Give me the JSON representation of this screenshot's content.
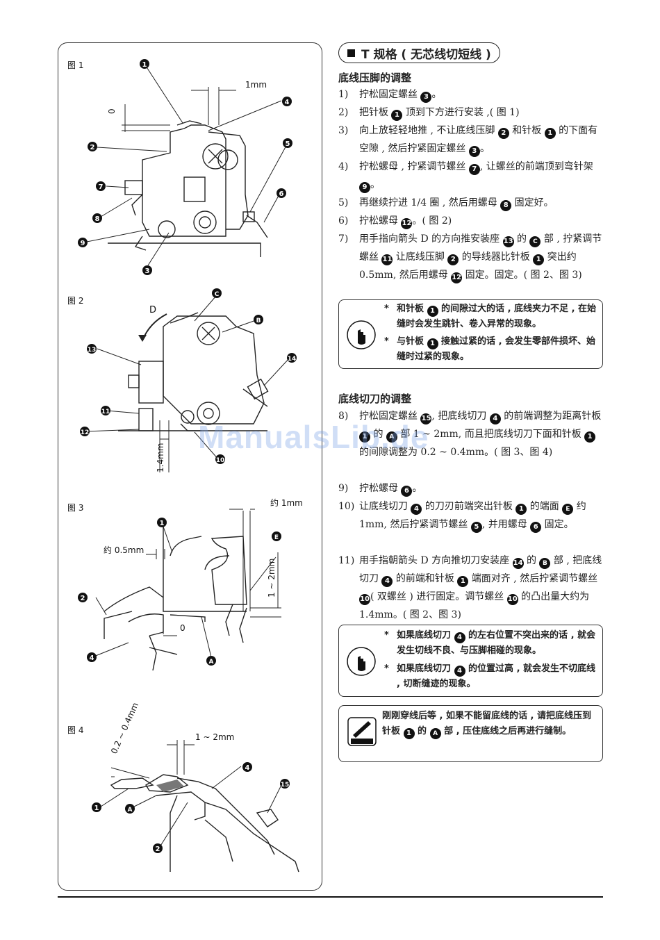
{
  "figures": {
    "fig1": {
      "label": "图 1",
      "dims": {
        "gap_1mm": "1mm",
        "zero": "0"
      },
      "callouts": [
        "1",
        "2",
        "3",
        "4",
        "5",
        "6",
        "7",
        "8",
        "9"
      ]
    },
    "fig2": {
      "label": "图 2",
      "arrow_label": "D",
      "dims": {
        "h14": "1.4mm"
      },
      "callouts": [
        "C",
        "B",
        "13",
        "14",
        "11",
        "12",
        "10"
      ]
    },
    "fig3": {
      "label": "图 3",
      "dims": {
        "approx_1mm": "约 1mm",
        "approx_05mm": "约 0.5mm",
        "range_1_2": "1 ~ 2mm",
        "zero": "0"
      },
      "callouts": [
        "1",
        "E",
        "2",
        "4",
        "A"
      ]
    },
    "fig4": {
      "label": "图 4",
      "dims": {
        "range_02_04": "0.2 ~ 0.4mm",
        "range_1_2": "1 ~ 2mm"
      },
      "callouts": [
        "4",
        "15",
        "1",
        "A",
        "2"
      ]
    }
  },
  "header": {
    "title": "T 规格 ( 无芯线切短线 )"
  },
  "section1": {
    "title": "底线压脚的调整",
    "steps": [
      {
        "num": "1)",
        "parts": [
          "拧松固定螺丝 ",
          "3",
          "。"
        ]
      },
      {
        "num": "2)",
        "parts": [
          "把针板 ",
          "1",
          " 顶到下方进行安装 ,( 图 1)"
        ]
      },
      {
        "num": "3)",
        "parts": [
          "向上放轻轻地推 , 不让底线压脚 ",
          "2",
          " 和针板 ",
          "1",
          " 的下面有空隙 , 然后拧紧固定螺丝 ",
          "3",
          "。"
        ]
      },
      {
        "num": "4)",
        "parts": [
          "拧松螺母 , 拧紧调节螺丝 ",
          "7",
          ", 让螺丝的前端顶到弯针架 ",
          "9",
          "。"
        ]
      },
      {
        "num": "5)",
        "parts": [
          "再继续拧进 1/4 圈 , 然后用螺母 ",
          "8",
          " 固定好。"
        ]
      },
      {
        "num": "6)",
        "parts": [
          "拧松螺母 ",
          "12",
          "。( 图 2)"
        ]
      },
      {
        "num": "7)",
        "parts": [
          "用手指向箭头 D 的方向推安装座 ",
          "13",
          " 的 ",
          "C",
          " 部 , 拧紧调节螺丝 ",
          "11",
          " 让底线压脚 ",
          "2",
          " 的导线器比针板 ",
          "1",
          " 突出约 0.5mm, 然后用螺母 ",
          "12",
          " 固定。固定。( 图 2、图 3)"
        ]
      }
    ]
  },
  "caution1": {
    "icon_label": "注意",
    "items": [
      {
        "parts": [
          "和针板 ",
          "1",
          " 的间隙过大的话 , 底线夹力不足 , 在始缝时会发生跳针、卷入异常的现象。"
        ]
      },
      {
        "parts": [
          "与针板 ",
          "1",
          " 接触过紧的话 , 会发生零部件损坏、始缝时过紧的现象。"
        ]
      }
    ]
  },
  "section2": {
    "title": "底线切刀的调整",
    "steps": [
      {
        "num": "8)",
        "parts": [
          "拧松固定螺丝 ",
          "15",
          ", 把底线切刀 ",
          "4",
          " 的前端调整为距离针板 ",
          "1",
          " 的 ",
          "A",
          " 部 1 ~ 2mm, 而且把底线切刀下面和针板 ",
          "1",
          " 的间隙调整为 0.2 ~ 0.4mm。( 图 3、图 4)"
        ]
      },
      {
        "num": "9)",
        "parts": [
          "拧松螺母 ",
          "6",
          "。"
        ]
      },
      {
        "num": "10)",
        "parts": [
          "让底线切刀 ",
          "4",
          " 的刀刃前端突出针板 ",
          "1",
          " 的端面 ",
          "E",
          " 约 1mm, 然后拧紧调节螺丝 ",
          "5",
          ", 并用螺母 ",
          "6",
          " 固定。"
        ]
      },
      {
        "num": "11)",
        "parts": [
          "用手指朝箭头 D 方向推切刀安装座 ",
          "14",
          " 的 ",
          "B",
          " 部 , 把底线切刀 ",
          "4",
          " 的前端和针板 ",
          "1",
          " 端面对齐 , 然后拧紧调节螺丝 ",
          "10",
          "( 双螺丝 ) 进行固定。调节螺丝 ",
          "10",
          " 的凸出量大约为 1.4mm。( 图 2、图 3)"
        ]
      }
    ]
  },
  "caution2": {
    "icon_label": "注意",
    "items": [
      {
        "parts": [
          "如果底线切刀 ",
          "4",
          " 的左右位置不突出来的话 , 就会发生切线不良、与压脚相碰的现象。"
        ]
      },
      {
        "parts": [
          "如果底线切刀 ",
          "4",
          " 的位置过高 , 就会发生不切底线 , 切断缝迹的现象。"
        ]
      }
    ]
  },
  "reference": {
    "icon_label": "参考",
    "parts": [
      "刚刚穿线后等 , 如果不能留底线的话 , 请把底线压到针板 ",
      "1",
      " 的 ",
      "A",
      " 部 , 压住底线之后再进行缝制。"
    ]
  },
  "watermark": "ManualsLib.de"
}
